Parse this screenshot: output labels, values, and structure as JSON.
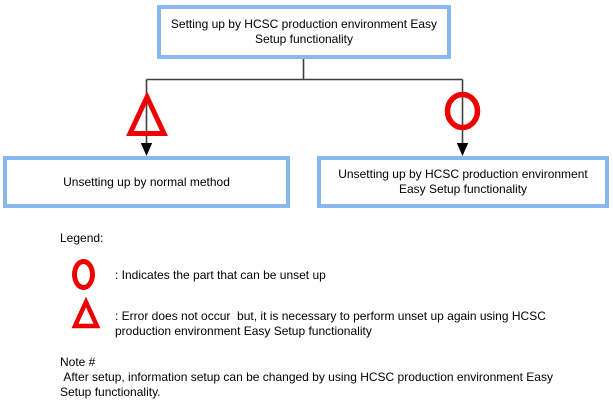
{
  "diagram": {
    "top_box": "Setting up by HCSC production environment Easy\nSetup functionality",
    "left_box": "Unsetting up by normal method",
    "right_box": "Unsetting up by HCSC production environment\nEasy Setup functionality"
  },
  "legend": {
    "title": "Legend:",
    "circle_text": ": Indicates the part that can be unset up",
    "triangle_text": ": Error does not occur  but, it is necessary to perform unset up again using HCSC\nproduction environment Easy Setup functionality"
  },
  "note": {
    "text": "Note #\n After setup, information setup can be changed by using HCSC production environment Easy\nSetup functionality."
  },
  "colors": {
    "box_border": "#89b8ef",
    "connector": "#3f3f3f",
    "symbol_red": "#ee0000",
    "text": "#000000",
    "background": "#ffffff"
  },
  "icons": {
    "circle_symbol": "circle-outline-icon",
    "triangle_symbol": "triangle-outline-icon",
    "arrowheads": "arrow-down-icon"
  }
}
